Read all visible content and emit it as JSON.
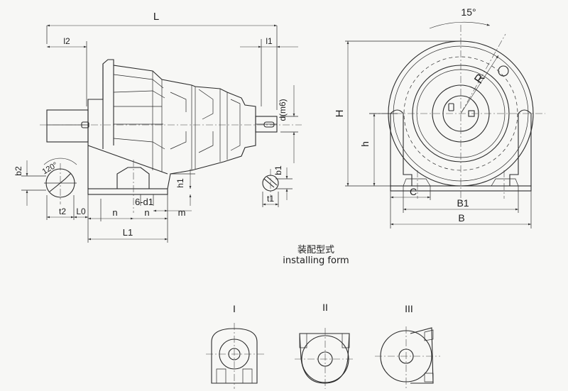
{
  "labels": {
    "L": "L",
    "l2": "l2",
    "l1": "l1",
    "d_m6": "d(m6)",
    "b2": "b2",
    "deg120": "120°",
    "t2": "t2",
    "L0": "L0",
    "n_left": "n",
    "n_right": "n",
    "six_d1": "6-d1",
    "m": "m",
    "h1": "h1",
    "L1": "L1",
    "b1": "b1",
    "t1": "t1",
    "deg15": "15°",
    "R": "R",
    "H": "H",
    "h": "h",
    "C": "C",
    "B1": "B1",
    "B": "B"
  },
  "caption": {
    "zh": "装配型式",
    "en": "installing form"
  },
  "forms": [
    "I",
    "II",
    "III"
  ]
}
